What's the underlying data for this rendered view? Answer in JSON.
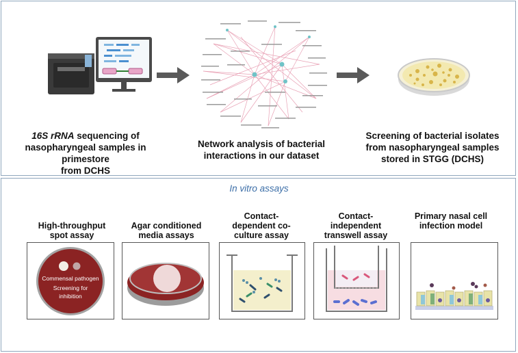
{
  "top": {
    "step1": {
      "caption_italic": "16S rRNA",
      "caption_rest": " sequencing of",
      "caption_line2": "nasopharyngeal samples in primestore",
      "caption_line3": "from DCHS"
    },
    "step2": {
      "caption_line1": "Network analysis of bacterial",
      "caption_line2": "interactions in our dataset"
    },
    "step3": {
      "caption_line1": "Screening of bacterial isolates",
      "caption_line2": "from nasopharyngeal samples",
      "caption_line3": "stored in STGG (DCHS)"
    }
  },
  "bottom": {
    "title": "In vitro assays",
    "assays": [
      {
        "line1": "High-throughput",
        "line2": "spot assay",
        "line3": ""
      },
      {
        "line1": "Agar conditioned",
        "line2": "media assays",
        "line3": ""
      },
      {
        "line1": "Contact-",
        "line2": "dependent co-",
        "line3": "culture assay"
      },
      {
        "line1": "Contact-",
        "line2": "independent",
        "line3": "transwell assay"
      },
      {
        "line1": "Primary nasal cell",
        "line2": "infection model",
        "line3": ""
      }
    ],
    "spot_plate": {
      "label1": "Commensal pathogen",
      "label2": "Screening for",
      "label3": "inhibition"
    }
  },
  "colors": {
    "panel_border": "#8fa6bd",
    "title_blue": "#3d6fa8",
    "arrow_gray": "#5a5a5a",
    "agar_red": "#8b2323",
    "network_edge": "#e8a0b4"
  },
  "icons": [
    "sequencer-icon",
    "computer-monitor-icon",
    "network-graph-icon",
    "petri-dish-icon",
    "arrow-right-icon"
  ]
}
